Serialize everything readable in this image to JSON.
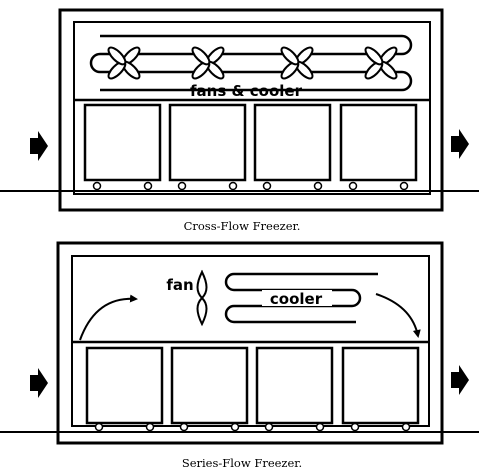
{
  "diagrams": [
    {
      "caption": "Cross-Flow Freezer.",
      "label": "fans & cooler"
    },
    {
      "caption": "Series-Flow Freezer.",
      "fan_label": "fan",
      "cooler_label": "cooler"
    }
  ]
}
